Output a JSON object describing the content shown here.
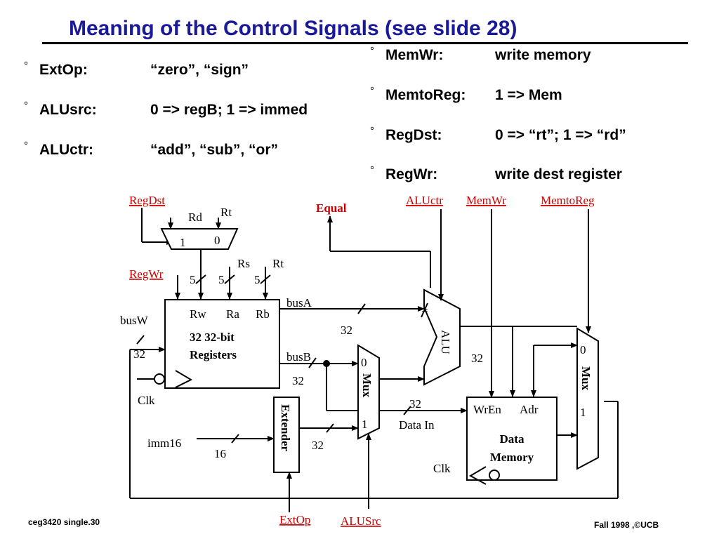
{
  "slide": {
    "title": "Meaning of the Control Signals (see slide 28)",
    "left_bullets": [
      {
        "key": "ExtOp:",
        "value": "“zero”, “sign”"
      },
      {
        "key": "ALUsrc:",
        "value": "0 => regB; 1 => immed"
      },
      {
        "key": "ALUctr:",
        "value": "“add”, “sub”, “or”"
      }
    ],
    "right_bullets": [
      {
        "key": "MemWr:",
        "value": "write memory"
      },
      {
        "key": "MemtoReg:",
        "value": "1 => Mem"
      },
      {
        "key": "RegDst:",
        "value": "0 => “rt”; 1 => “rd”"
      },
      {
        "key": "RegWr:",
        "value": "write dest register"
      }
    ],
    "bullet_symbol": "°",
    "footer_left": "ceg3420  single.30",
    "footer_right": "Fall 1998 ,©UCB"
  },
  "diagram": {
    "control_signals": {
      "regdst": "RegDst",
      "regwr": "RegWr",
      "aluctr": "ALUctr",
      "memwr": "MemWr",
      "memtoreg": "MemtoReg",
      "extop": "ExtOp",
      "alusrc": "ALUSrc",
      "equal": "Equal"
    },
    "labels": {
      "rd": "Rd",
      "rt_top": "Rt",
      "rs": "Rs",
      "rt": "Rt",
      "mux_dst_1": "1",
      "mux_dst_0": "0",
      "width_rw": "5",
      "width_ra": "5",
      "width_rb": "5",
      "rw": "Rw",
      "ra": "Ra",
      "rb": "Rb",
      "regfile_line1": "32 32-bit",
      "regfile_line2": "Registers",
      "busa": "busA",
      "busb": "busB",
      "busw": "busW",
      "busw_width": "32",
      "busa_width": "32",
      "busb_width": "32",
      "clk": "Clk",
      "clk_mem": "Clk",
      "imm16": "imm16",
      "imm16_width": "16",
      "extender": "Extender",
      "ext_width": "32",
      "alusrc_mux": "Mux",
      "alusrc_mux_0": "0",
      "alusrc_mux_1": "1",
      "alu": "ALU",
      "alu_eq": "=",
      "alu_out_width": "32",
      "datain_width": "32",
      "data_in": "Data In",
      "wren": "WrEn",
      "adr": "Adr",
      "mem_line1": "Data",
      "mem_line2": "Memory",
      "out_mux": "Mux",
      "out_mux_0": "0",
      "out_mux_1": "1"
    },
    "colors": {
      "control_signal": "#cc0000",
      "title": "#1a1a99",
      "line": "#000000"
    }
  }
}
